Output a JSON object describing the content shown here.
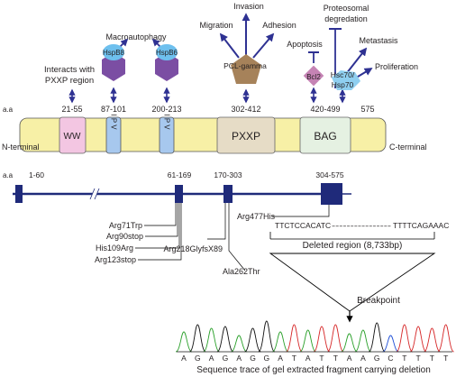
{
  "domain_labels": {
    "aa_prefix": "a.a",
    "n_terminal": "N-terminal",
    "c_terminal": "C-terminal",
    "ranges": [
      "21-55",
      "87-101",
      "200-213",
      "302-412",
      "420-499",
      "575"
    ],
    "boxes": {
      "ww": "WW",
      "ipv1": "I P V",
      "ipv2": "I P V",
      "pxxp": "PXXP",
      "bag": "BAG"
    }
  },
  "interactors": {
    "pxxp_line1": "Interacts with",
    "pxxp_line2": "PXXP region",
    "macroautophagy": "Macroautophagy",
    "hspb8": "HspB8",
    "hspb6": "HspB6",
    "invasion": "Invasion",
    "migration": "Migration",
    "adhesion": "Adhesion",
    "plc_gamma": "PCL-gamma",
    "proteasomal_line1": "Proteosomal",
    "proteasomal_line2": "degredation",
    "apoptosis": "Apoptosis",
    "metastasis": "Metastasis",
    "proliferation": "Proliferation",
    "bcl2": "Bcl2",
    "hsc70_line1": "Hsc70/",
    "hsc70_line2": "Hsp70"
  },
  "gene_map": {
    "aa_prefix": "a.a",
    "exon_ranges": [
      "1-60",
      "61-169",
      "170-303",
      "304-575"
    ],
    "mutations": [
      "Arg71Trp",
      "Arg90stop",
      "His109Arg",
      "Arg123stop",
      "Arg218GlyfsX89",
      "Ala262Thr",
      "Arg477His"
    ],
    "deletion_flank_left": "TTCTCCACATC",
    "deletion_dashes": "----------------",
    "deletion_flank_right": "TTTTCAGAAAC",
    "deleted_region": "Deleted region (8,733bp)",
    "breakpoint": "Breakpoint"
  },
  "trace": {
    "bases": [
      "A",
      "G",
      "A",
      "G",
      "A",
      "G",
      "G",
      "A",
      "T",
      "A",
      "T",
      "T",
      "A",
      "A",
      "G",
      "C",
      "T",
      "T",
      "T",
      "T"
    ],
    "caption": "Sequence trace of gel extracted fragment carrying deletion"
  }
}
